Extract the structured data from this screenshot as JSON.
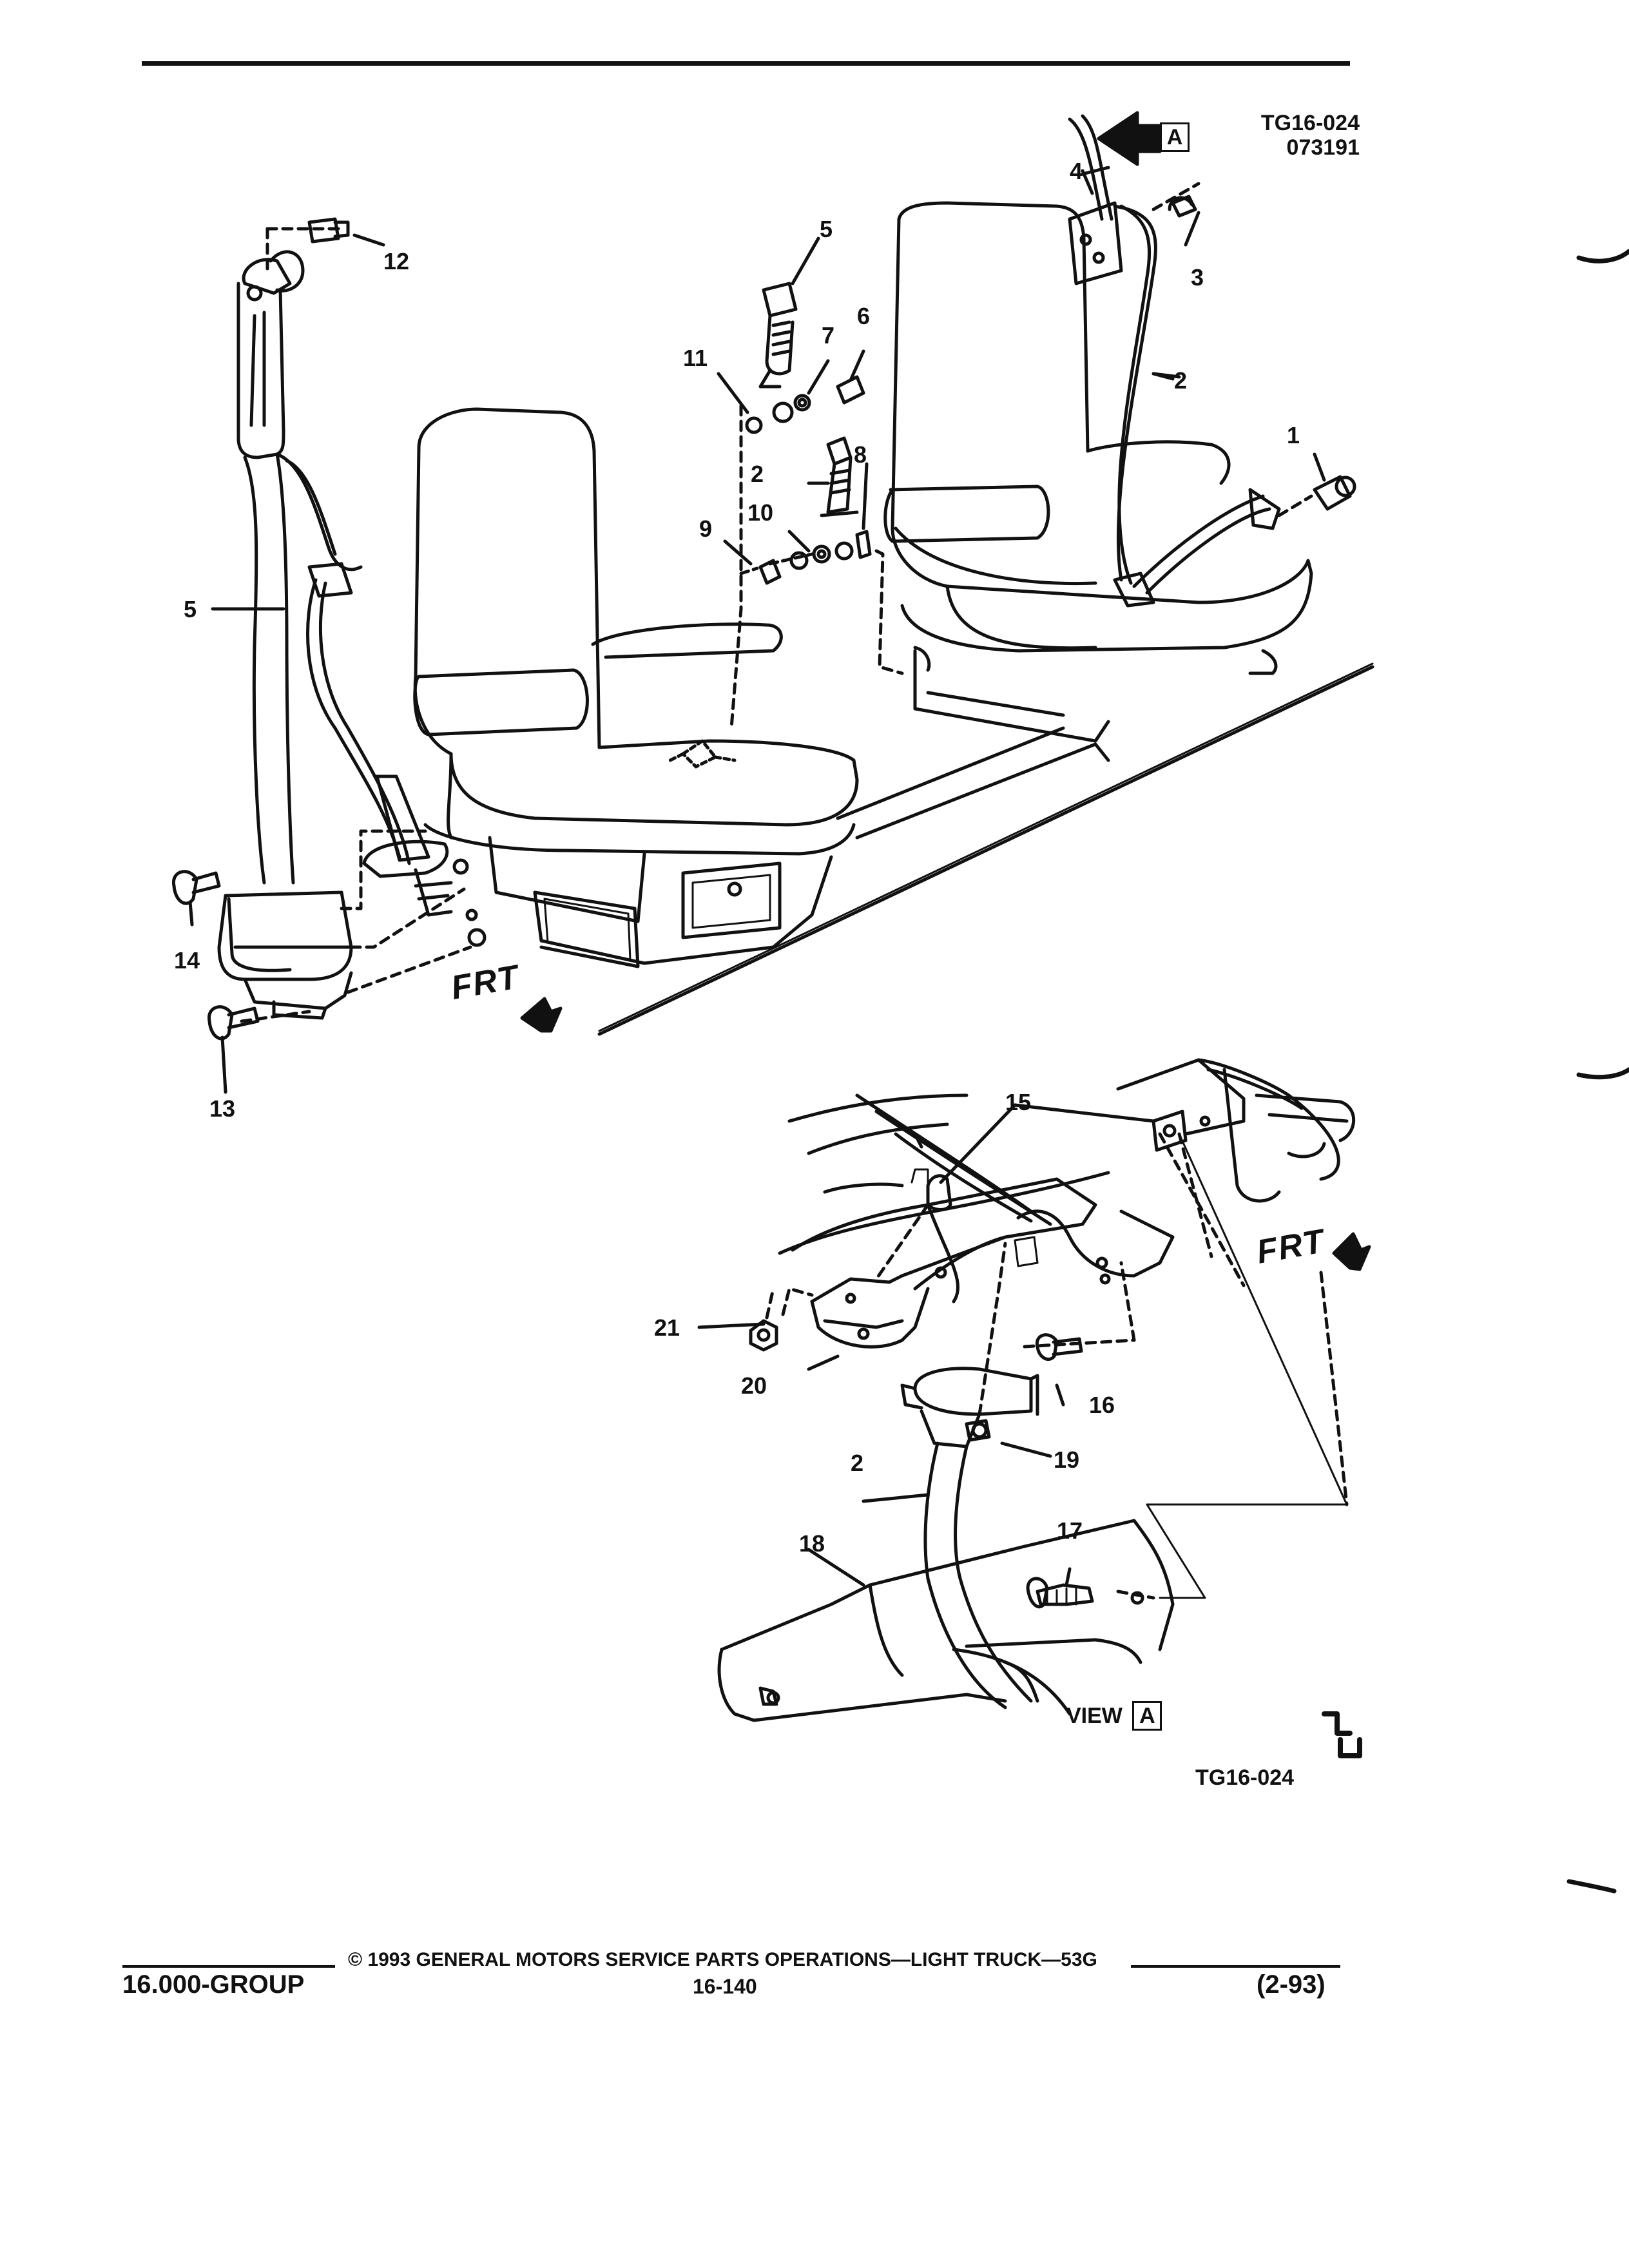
{
  "header": {
    "drawing_code": "TG16-024",
    "date_code": "073191"
  },
  "view_marker": {
    "letter": "A"
  },
  "callouts": {
    "c1": "1",
    "c2_shoulder": "2",
    "c2_buckle": "2",
    "c2_lower": "2",
    "c3": "3",
    "c4": "4",
    "c5_buckle": "5",
    "c5_left": "5",
    "c6": "6",
    "c7": "7",
    "c8": "8",
    "c9": "9",
    "c10": "10",
    "c11": "11",
    "c12": "12",
    "c13": "13",
    "c14": "14",
    "c15": "15",
    "c16": "16",
    "c17": "17",
    "c18": "18",
    "c19": "19",
    "c20": "20",
    "c21": "21"
  },
  "direction_labels": {
    "frt_main": "FRT",
    "frt_detail": "FRT"
  },
  "detail_view": {
    "prefix": "VIEW",
    "letter": "A"
  },
  "bottom_code": "TG16-024",
  "footer": {
    "copyright": "© 1993 GENERAL MOTORS SERVICE PARTS OPERATIONS—LIGHT TRUCK—53G",
    "group": "16.000-GROUP",
    "page": "16-140",
    "date": "(2-93)"
  }
}
